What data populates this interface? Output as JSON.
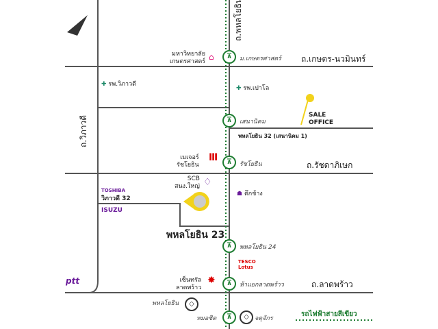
{
  "roads": {
    "phahonyothin": "ถ.พหลโยธิน",
    "kaset_nawamin": "ถ.เกษตร-นวมินทร์",
    "vibhavadi": "ถ.วิภาวดี",
    "ratchada": "ถ.รัชดาภิเษก",
    "ladprao": "ถ.ลาดพร้าว",
    "phahon32": "พหลโยธิน 32 (เสนานิคม 1)",
    "vibha32": "วิภาวดี 32",
    "phahon23": "พหลโยธิน 23"
  },
  "stations": {
    "kaset": "ม.เกษตรศาสตร์",
    "sena": "เสนานิคม",
    "ratchayothin": "รัชโยธิน",
    "phahon24": "พหลโยธิน 24",
    "ladprao_jct": "ห้าแยกลาดพร้าว",
    "mochit": "หมอชิต",
    "mrt_phahon": "พหลโยธิน",
    "mrt_chatuchak": "จตุจักร"
  },
  "landmarks": {
    "ku": "มหาวิทยาลัย\nเกษตรศาสตร์",
    "vibhavadi_hosp": "รพ.วิภาวดี",
    "paolo_hosp": "รพ.เปาโล",
    "major": "เมเจอร์\nรัชโยธิน",
    "scb": "SCB\nสนง.ใหญ่",
    "elephant": "ตึกช้าง",
    "toshiba": "TOSHIBA",
    "isuzu": "ISUZU",
    "ptt": "ptt",
    "tesco": "TESCO\nLotus",
    "central": "เซ็นทรัล\nลาดพร้าว"
  },
  "sale_office": "SALE\nOFFICE",
  "legend": {
    "bts_green": "รถไฟฟ้าสายสีเขียว"
  },
  "colors": {
    "bts": "#1e7d32",
    "pin": "#f2d21b",
    "road": "#555555"
  }
}
